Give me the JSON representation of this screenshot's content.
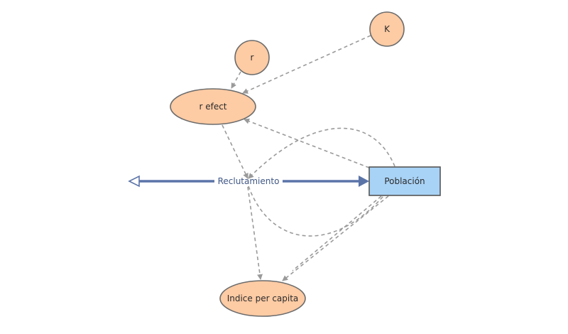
{
  "diagram": {
    "variables": {
      "r": "r",
      "k": "K",
      "r_efect": "r efect",
      "indice": "Indice per capita"
    },
    "stock": "Población",
    "flow": "Reclutamiento",
    "colors": {
      "auxiliary_fill": "#fdcba4",
      "stock_fill": "#a9d3f6",
      "flow_pipe": "#5b74a8",
      "link": "#9a9a9a"
    }
  }
}
